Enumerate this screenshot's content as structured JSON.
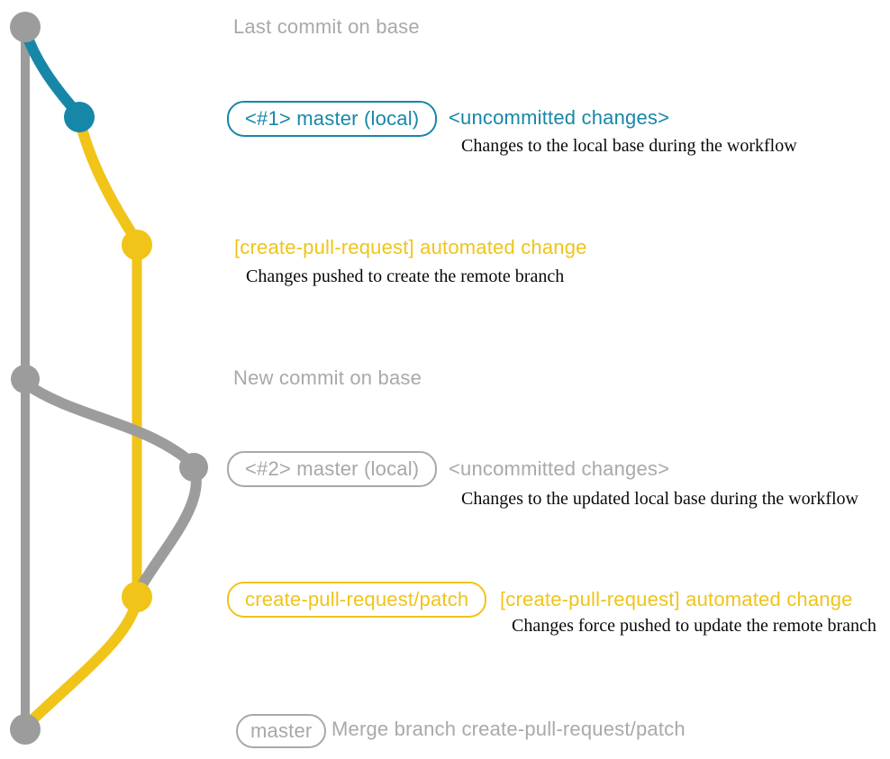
{
  "colors": {
    "teal": "#1787A8",
    "yellow": "#F0C419",
    "graph_gray": "#9C9C9C",
    "box_gray": "#A8A8A8",
    "text_gray": "#A9A9A9",
    "text_black": "#0A0A0A"
  },
  "graph": {
    "branches": [
      {
        "name": "base",
        "color": "gray"
      },
      {
        "name": "master-local-1",
        "color": "teal"
      },
      {
        "name": "create-pull-request-patch",
        "color": "yellow"
      },
      {
        "name": "master-local-2",
        "color": "gray"
      }
    ],
    "nodes": [
      {
        "id": "last-commit-on-base",
        "color": "gray"
      },
      {
        "id": "uncommitted-changes-1",
        "color": "teal"
      },
      {
        "id": "automated-change-1",
        "color": "yellow"
      },
      {
        "id": "new-commit-on-base",
        "color": "gray"
      },
      {
        "id": "uncommitted-changes-2",
        "color": "gray"
      },
      {
        "id": "automated-change-2",
        "color": "yellow"
      },
      {
        "id": "merge-commit",
        "color": "gray"
      }
    ]
  },
  "rows": {
    "row1": {
      "label": "Last commit on base"
    },
    "row2": {
      "badge": "<#1> master (local)",
      "title": "<uncommitted changes>",
      "desc": "Changes to the local base during the workflow"
    },
    "row3": {
      "title": "[create-pull-request] automated change",
      "desc": "Changes pushed to create the remote branch"
    },
    "row4": {
      "label": "New commit on base"
    },
    "row5": {
      "badge": "<#2> master (local)",
      "title": "<uncommitted changes>",
      "desc": "Changes to the updated local base during the workflow"
    },
    "row6": {
      "badge": "create-pull-request/patch",
      "title": "[create-pull-request] automated change",
      "desc": "Changes force pushed to update the remote branch"
    },
    "row7": {
      "badge": "master",
      "label": "Merge branch create-pull-request/patch"
    }
  }
}
